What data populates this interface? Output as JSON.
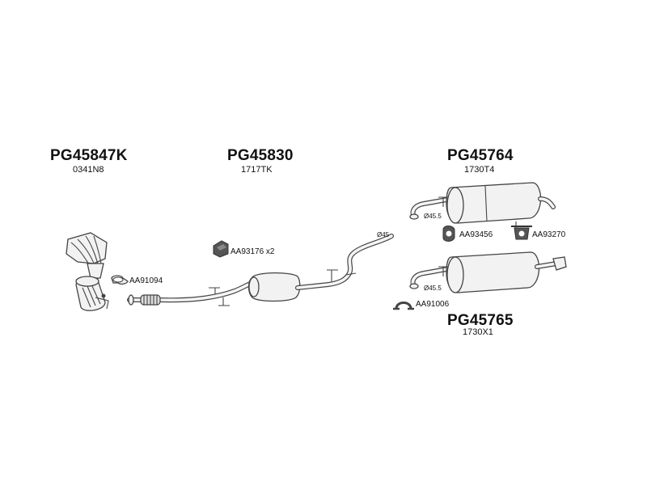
{
  "groups": [
    {
      "part_number": "PG45847K",
      "ref": "0341N8"
    },
    {
      "part_number": "PG45830",
      "ref": "1717TK"
    },
    {
      "part_number": "PG45764",
      "ref": "1730T4"
    },
    {
      "part_number": "PG45765",
      "ref": "1730X1"
    }
  ],
  "accessories": {
    "gasket": "AA91094",
    "hanger": "AA93176 x2",
    "rubber_mount_1": "AA93456",
    "rubber_mount_2": "AA93270",
    "clamp": "AA91006"
  },
  "dimensions": {
    "pipe_dia": "Ø45",
    "outlet_dia_1": "Ø45.5",
    "outlet_dia_2": "Ø45.5"
  }
}
